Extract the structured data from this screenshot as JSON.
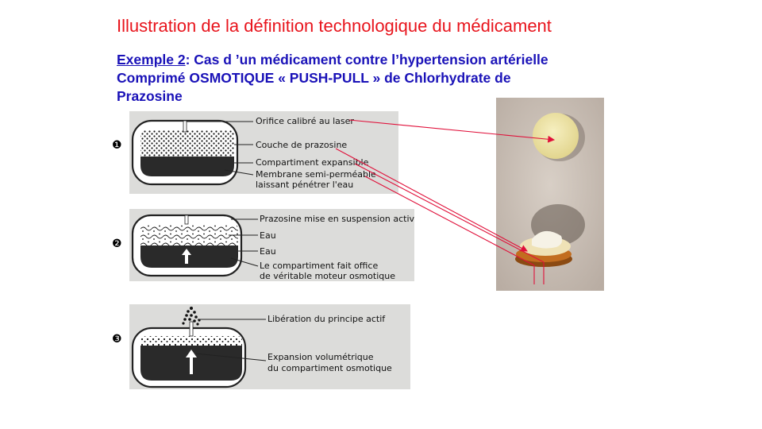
{
  "title": "Illustration de la définition technologique du médicament",
  "subtitle": {
    "example_label": "Exemple 2",
    "line1_rest": ":  Cas d ’un médicament contre l’hypertension artérielle",
    "line2": "Comprimé OSMOTIQUE « PUSH-PULL » de Chlorhydrate de",
    "line3": "Prazosine"
  },
  "steps": [
    {
      "number": "❶",
      "labels": [
        "Orifice calibré au laser",
        "Couche de prazosine",
        "Compartiment expansible",
        "Membrane semi-perméable",
        "laissant pénétrer l'eau"
      ]
    },
    {
      "number": "❷",
      "labels": [
        "Prazosine mise en suspension active",
        "Eau",
        "Eau",
        "Le compartiment fait office",
        "de véritable moteur osmotique"
      ]
    },
    {
      "number": "❸",
      "labels": [
        "Libération du principe actif",
        "Expansion volumétrique",
        "du compartiment osmotique"
      ]
    }
  ],
  "colors": {
    "title": "#e8141c",
    "subtitle": "#1a12b8",
    "arrows": "#e0103a"
  }
}
